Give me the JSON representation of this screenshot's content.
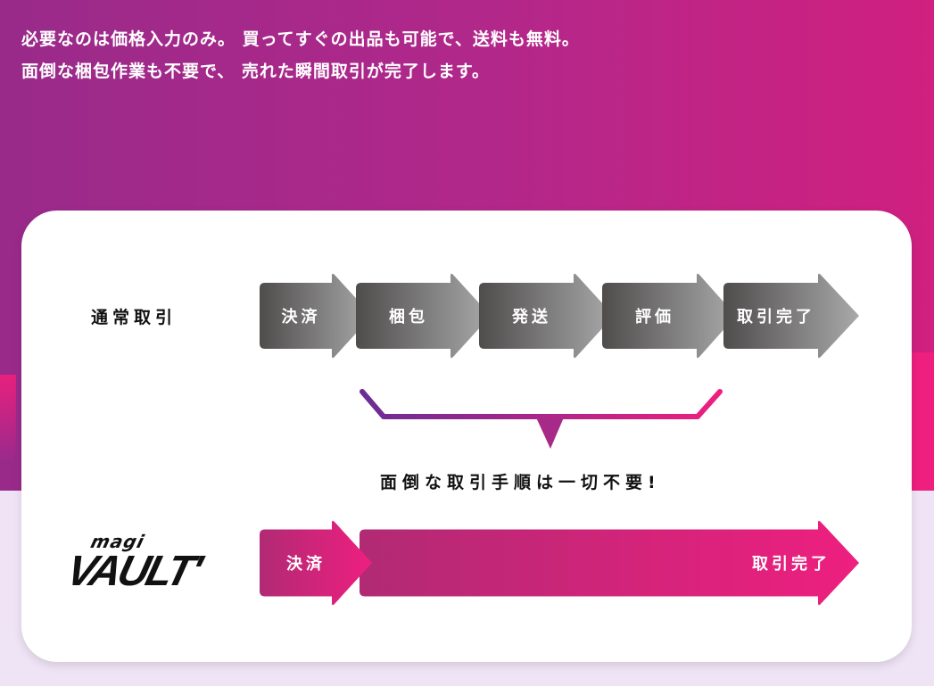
{
  "intro": {
    "line1": "必要なのは価格入力のみ。 買ってすぐの出品も可能で、送料も無料。",
    "line2": "面倒な梱包作業も不要で、 売れた瞬間取引が完了します。"
  },
  "normal": {
    "label": "通常取引",
    "steps": [
      "決済",
      "梱包",
      "発送",
      "評価",
      "取引完了"
    ]
  },
  "note": "面倒な取引手順は一切不要!",
  "vault": {
    "logo_top": "magi",
    "logo_main": "VAULT'",
    "steps": [
      "決済",
      "取引完了"
    ]
  },
  "colors": {
    "accent_pink": "#ee1f7f",
    "accent_purple": "#8a2a8c",
    "gray_dark": "#4f4c4c",
    "gray_light": "#a9a9a9"
  }
}
